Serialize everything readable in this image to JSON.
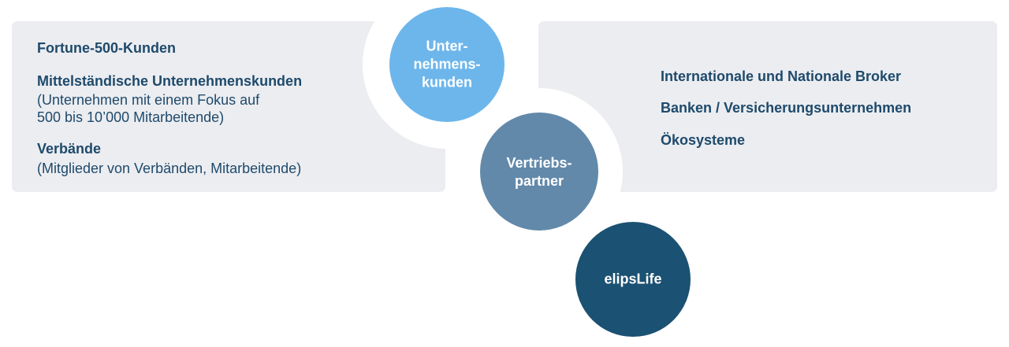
{
  "colors": {
    "box_bg": "#ecedf1",
    "text": "#1e4a6b",
    "circle_1": "#6db6ec",
    "circle_2": "#6289aa",
    "circle_3": "#1b5172",
    "circle_text": "#ffffff"
  },
  "circles": [
    {
      "label": "Unter-\nnehmens-\nkunden"
    },
    {
      "label": "Vertriebs-\npartner"
    },
    {
      "label": "elipsLife"
    }
  ],
  "left_panel": {
    "groups": [
      {
        "title": "Fortune-500-Kunden"
      },
      {
        "title": "Mittelständische Unternehmenskunden",
        "details": [
          "(Unternehmen mit einem Fokus auf",
          "500 bis 10’000 Mitarbeitende)"
        ]
      },
      {
        "title": "Verbände",
        "details": [
          "(Mitglieder von Verbänden, Mitarbeitende)"
        ]
      }
    ]
  },
  "right_panel": {
    "items": [
      "Internationale und Nationale Broker",
      "Banken / Versicherungsunternehmen",
      "Ökosysteme"
    ]
  }
}
